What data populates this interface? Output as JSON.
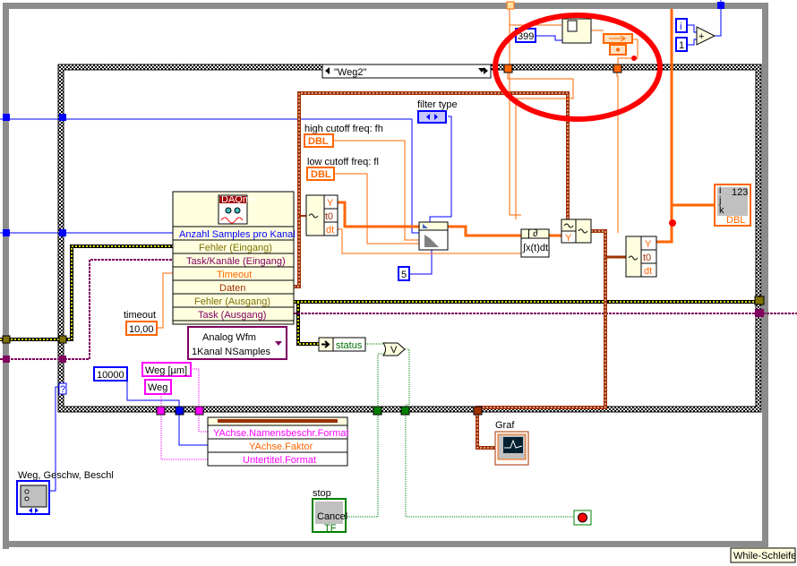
{
  "loop": {
    "label": "While-Schleife"
  },
  "case_structure": {
    "selector_value": "\"Weg2\""
  },
  "daqmx_read": {
    "icon_text": "DAQmx",
    "inputs": [
      "Anzahl Samples pro Kanal",
      "Fehler (Eingang)",
      "Task/Kanäle (Eingang)",
      "Timeout"
    ],
    "outputs": [
      "Daten",
      "Fehler (Ausgang)",
      "Task (Ausgang)"
    ],
    "polymorph_selector": [
      "Analog Wfm",
      "1Kanal NSamples"
    ]
  },
  "timeout": {
    "label": "timeout",
    "value": "10,00"
  },
  "high_cutoff": {
    "label": "high cutoff freq: fh",
    "type": "DBL"
  },
  "low_cutoff": {
    "label": "low cutoff freq: fl",
    "type": "DBL"
  },
  "filter_type": {
    "label": "filter type"
  },
  "filter_order": {
    "value": "5"
  },
  "get_waveform_1": {
    "terminals": [
      "Y",
      "t0",
      "dt"
    ]
  },
  "get_waveform_2": {
    "terminals": [
      "Y",
      "t0",
      "dt"
    ]
  },
  "build_waveform": {
    "terminals": [
      "Y"
    ]
  },
  "integral": {
    "title": "∫ ∂",
    "body": "∫x(t)dt"
  },
  "array_indicator": {
    "index_labels": [
      "i",
      "j",
      "k"
    ],
    "display": "123",
    "type": "DBL"
  },
  "unbundle_status": {
    "label": "status"
  },
  "or_gate": {
    "symbol": "V"
  },
  "scale_const": {
    "value": "10000"
  },
  "weg_um": {
    "value": "Weg [µm]"
  },
  "weg": {
    "value": "Weg"
  },
  "property_node": {
    "items": [
      "YAchse.Namensbeschr.Format",
      "YAchse.Faktor",
      "Untertitel.Format"
    ]
  },
  "graph": {
    "label": "Graf"
  },
  "stop_button": {
    "label": "stop",
    "text": "Cancel",
    "type": "TF"
  },
  "enum_control": {
    "label": "Weg, Geschw, Beschl"
  },
  "case_selector_terminal": {
    "symbol": "?"
  },
  "init_array": {
    "size": "399"
  },
  "increment": {
    "i": "i",
    "one": "1",
    "op": "+"
  },
  "annotation": {
    "color": "#ff0000"
  },
  "colors": {
    "loop": "#8c8c8c",
    "dbl_wire": "#ff6600",
    "waveform_wire": "#a03000",
    "error_wire": "#c8c800",
    "int_wire": "#0000ff",
    "string_wire": "#ff00ff",
    "bool_wire": "#008000"
  }
}
